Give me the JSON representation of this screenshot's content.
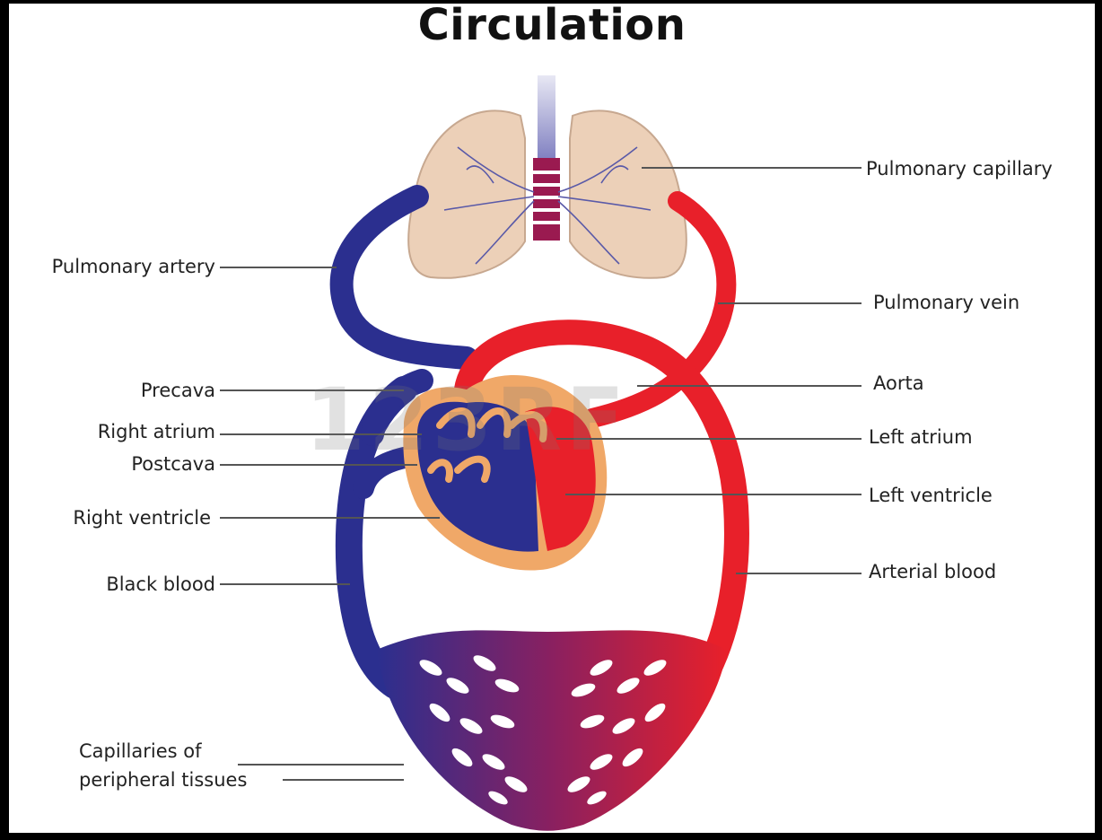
{
  "title": "Circulation",
  "watermark": "123RF",
  "labels": {
    "pulmonary_capillary": "Pulmonary capillary",
    "pulmonary_artery": "Pulmonary artery",
    "pulmonary_vein": "Pulmonary vein",
    "precava": "Precava",
    "aorta": "Aorta",
    "right_atrium": "Right atrium",
    "left_atrium": "Left atrium",
    "postcava": "Postcava",
    "left_ventricle": "Left ventricle",
    "right_ventricle": "Right ventricle",
    "arterial_blood": "Arterial blood",
    "black_blood": "Black blood",
    "capillaries_line1": "Capillaries of",
    "capillaries_line2": "peripheral tissues"
  },
  "colors": {
    "venous": "#2b2f8f",
    "arterial": "#e8202a",
    "lungs": "#ecd0b8",
    "heart_outer": "#f0a868",
    "capillary_mix": "#8a2060",
    "leader_line": "#555555"
  }
}
